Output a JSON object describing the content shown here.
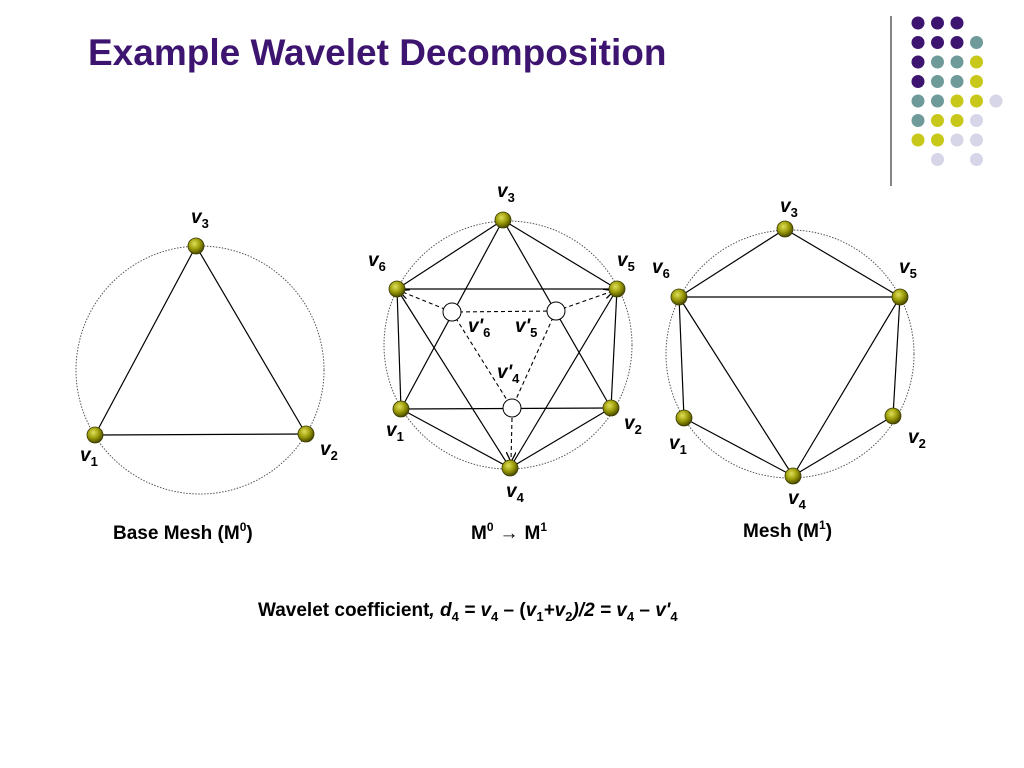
{
  "slide": {
    "title": "Example Wavelet Decomposition"
  },
  "colors": {
    "title": "#3d1570",
    "vertex_fill": "#8a8a00",
    "new_vertex_fill": "#ffffff",
    "dot_purple": "#3d1570",
    "dot_teal": "#6f9a9a",
    "dot_yellow": "#c8c81a",
    "dot_lavender": "#d6d6e8"
  },
  "decoration": {
    "dot_grid": [
      [
        "purple",
        "purple",
        "purple",
        null,
        null
      ],
      [
        "purple",
        "purple",
        "purple",
        "teal",
        null
      ],
      [
        "purple",
        "teal",
        "teal",
        "yellow",
        null
      ],
      [
        "purple",
        "teal",
        "teal",
        "yellow",
        null
      ],
      [
        "teal",
        "teal",
        "yellow",
        "yellow",
        "lavender"
      ],
      [
        "teal",
        "yellow",
        "yellow",
        "lavender",
        null
      ],
      [
        "yellow",
        "yellow",
        "lavender",
        "lavender",
        null
      ],
      [
        null,
        "lavender",
        null,
        "lavender",
        null
      ]
    ]
  },
  "diagrams": {
    "base": {
      "caption_pre": "Base Mesh (M",
      "caption_sup": "0",
      "caption_post": ")",
      "v3": {
        "v": "v",
        "sub": "3"
      },
      "v1": {
        "v": "v",
        "sub": "1"
      },
      "v2": {
        "v": "v",
        "sub": "2"
      }
    },
    "transition": {
      "caption_a": "M",
      "caption_a_sup": "0",
      "caption_arrow": "→",
      "caption_b": "M",
      "caption_b_sup": "1",
      "v3": {
        "v": "v",
        "sub": "3"
      },
      "v6": {
        "v": "v",
        "sub": "6"
      },
      "v5": {
        "v": "v",
        "sub": "5"
      },
      "v1": {
        "v": "v",
        "sub": "1"
      },
      "v2": {
        "v": "v",
        "sub": "2"
      },
      "v4": {
        "v": "v",
        "sub": "4"
      },
      "vp6": {
        "v": "v'",
        "sub": "6"
      },
      "vp5": {
        "v": "v'",
        "sub": "5"
      },
      "vp4": {
        "v": "v'",
        "sub": "4"
      }
    },
    "mesh1": {
      "caption_pre": "Mesh (M",
      "caption_sup": "1",
      "caption_post": ")",
      "v3": {
        "v": "v",
        "sub": "3"
      },
      "v6": {
        "v": "v",
        "sub": "6"
      },
      "v5": {
        "v": "v",
        "sub": "5"
      },
      "v1": {
        "v": "v",
        "sub": "1"
      },
      "v2": {
        "v": "v",
        "sub": "2"
      },
      "v4": {
        "v": "v",
        "sub": "4"
      }
    }
  },
  "formula": {
    "prefix": "Wavelet coefficient",
    "comma": ", ",
    "d": "d",
    "d_sub": "4",
    "eq1": " = ",
    "v4a": "v",
    "v4a_sub": "4",
    "minus1": " – (",
    "v1": "v",
    "v1_sub": "1",
    "plus": "+",
    "v2": "v",
    "v2_sub": "2",
    "div": ")/2 = ",
    "v4b": "v",
    "v4b_sub": "4",
    "minus2": " – ",
    "vp": "v'",
    "vp_sub": "4"
  }
}
